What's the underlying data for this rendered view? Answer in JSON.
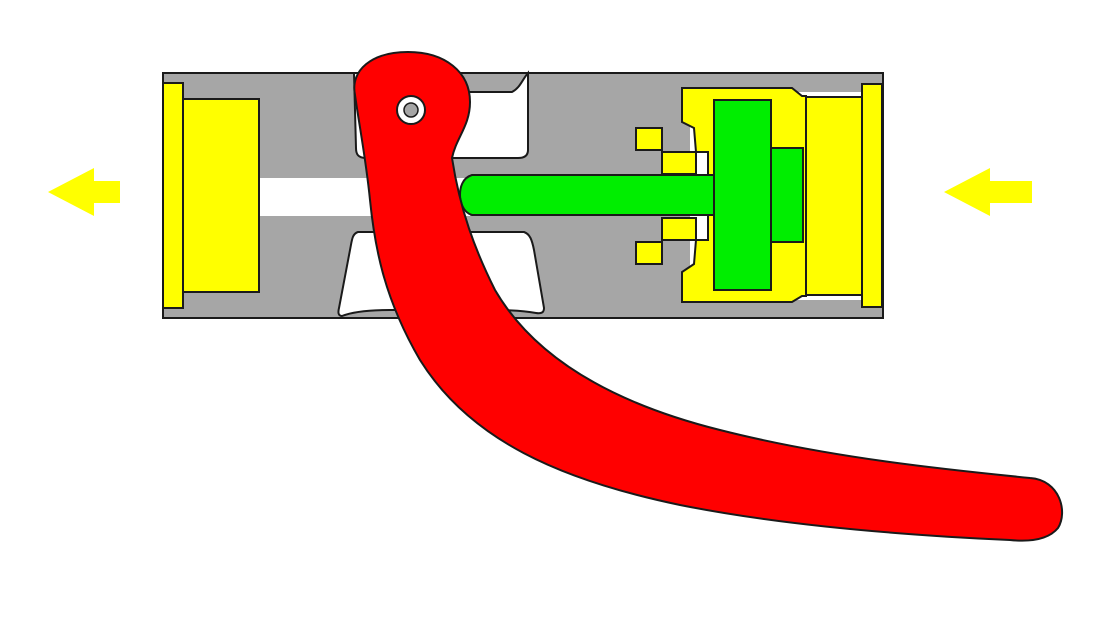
{
  "diagram": {
    "type": "mechanical cross-section",
    "arrows": [
      {
        "name": "left-arrow",
        "direction": "left"
      },
      {
        "name": "right-arrow",
        "direction": "left"
      }
    ]
  },
  "colors": {
    "background": "#ffffff",
    "housing": "#a6a6a6",
    "cavity": "#ffffff",
    "endcap": "#ffff00",
    "piston": "#00ee00",
    "lever": "#ff0000",
    "outline": "#1a1a1a",
    "arrow": "#ffff00"
  }
}
